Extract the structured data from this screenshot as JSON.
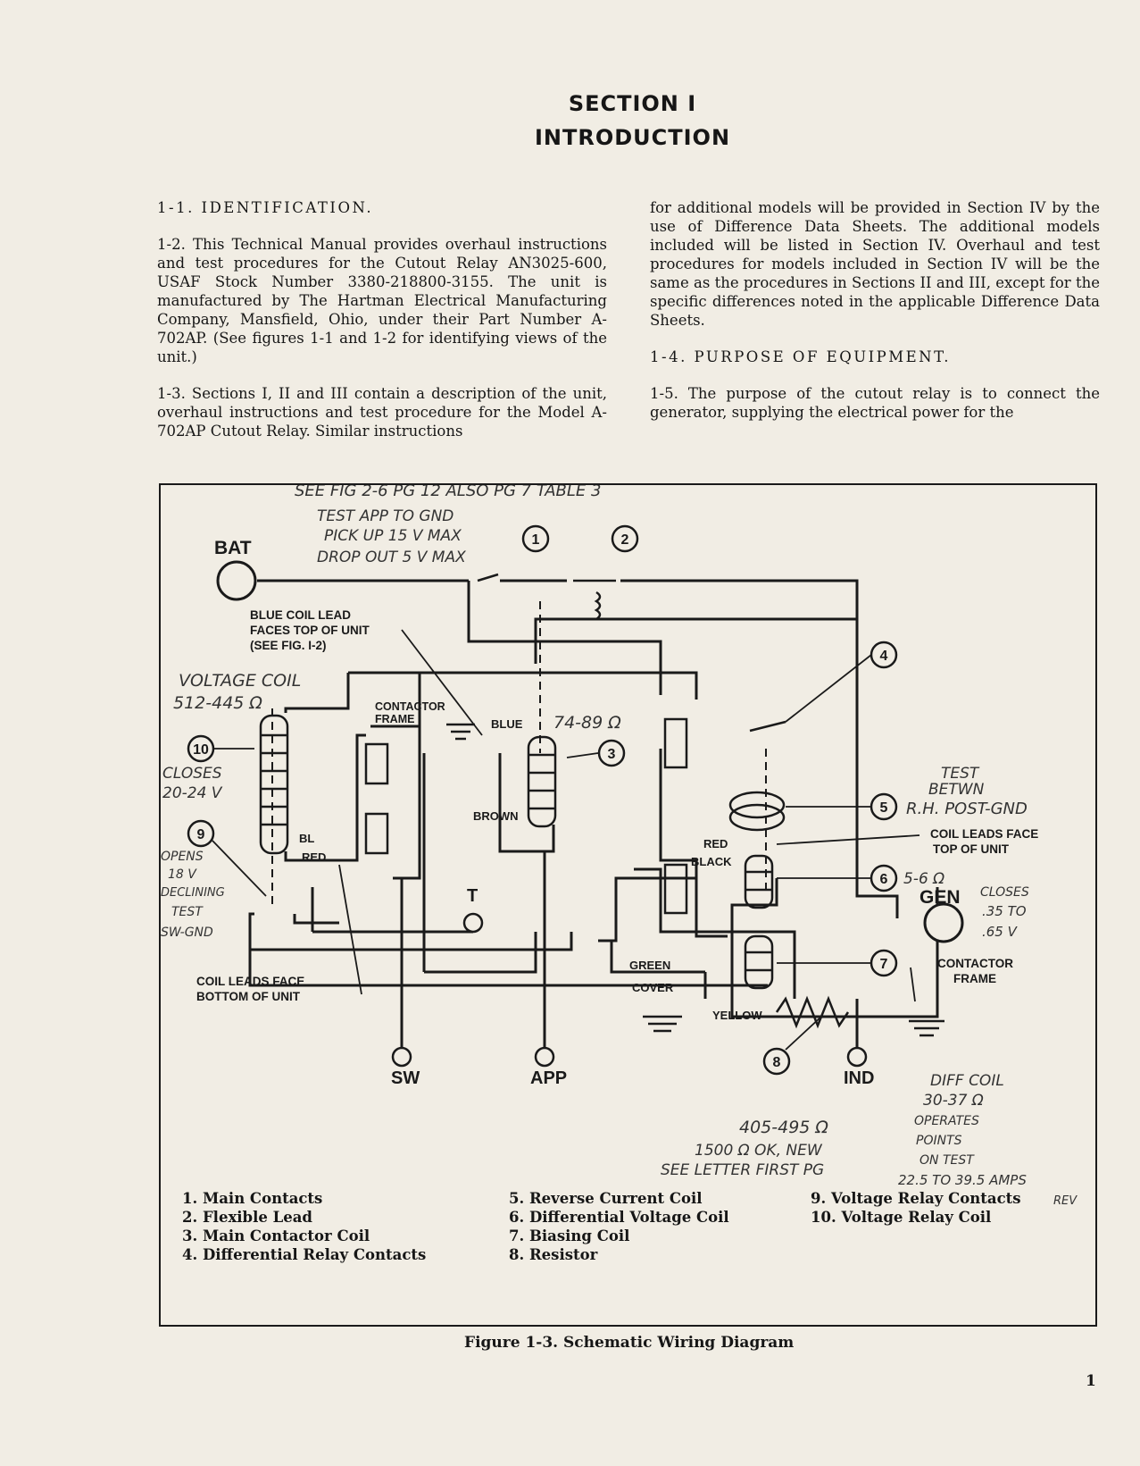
{
  "section": {
    "number": "SECTION I",
    "title": "INTRODUCTION"
  },
  "paragraphs": {
    "p1_1": "1-1.  IDENTIFICATION.",
    "p1_2": "1-2.  This Technical Manual provides overhaul instructions and test procedures for the Cutout Relay AN3025-600, USAF Stock Number 3380-218800-3155. The unit is manufactured by The Hartman Electrical Manufacturing Company, Mansfield, Ohio, under their Part Number A-702AP. (See figures 1-1 and 1-2 for identifying views of the unit.)",
    "p1_3": "1-3.  Sections I, II and III contain a description of the unit, overhaul instructions and test procedure for the Model A-702AP Cutout Relay.  Similar instructions",
    "p1_3_cont": "for additional models will be provided in Section IV by the use of Difference Data Sheets.  The additional models included will be listed in Section IV.  Overhaul and test procedures for models included in Section IV will be the same as the procedures in Sections II and III, except for the specific differences noted in the applicable Difference Data Sheets.",
    "p1_4": "1-4.  PURPOSE OF EQUIPMENT.",
    "p1_5": "1-5.  The purpose of the cutout relay is to connect the generator, supplying the electrical power for the"
  },
  "diagram": {
    "terminals": {
      "bat": "BAT",
      "gen": "GEN",
      "sw": "SW",
      "app": "APP",
      "ind": "IND",
      "t": "T"
    },
    "callouts": [
      "1",
      "2",
      "3",
      "4",
      "5",
      "6",
      "7",
      "8",
      "9",
      "10"
    ],
    "labels": {
      "blue_lead_1": "BLUE COIL LEAD",
      "blue_lead_2": "FACES TOP OF UNIT",
      "blue_lead_3": "(SEE FIG. I-2)",
      "contactor_1": "CONTACTOR",
      "contactor_2": "FRAME",
      "blue": "BLUE",
      "brown": "BROWN",
      "bl": "BL",
      "red": "RED",
      "red2": "RED",
      "black": "BLACK",
      "green": "GREEN",
      "cover": "COVER",
      "yellow": "YELLOW",
      "coil_top_1": "COIL LEADS FACE",
      "coil_top_2": "TOP OF UNIT",
      "coil_bottom_1": "COIL LEADS FACE",
      "coil_bottom_2": "BOTTOM OF UNIT",
      "contactor_frame_1": "CONTACTOR",
      "contactor_frame_2": "FRAME"
    },
    "handwritten": {
      "top_note": "SEE FIG 2-6   PG 12      ALSO  PG 7   TABLE 3",
      "test_1": "TEST APP TO GND",
      "test_2": "PICK UP 15 V  MAX",
      "test_3": "DROP OUT 5 V  MAX",
      "vcoil_1": "VOLTAGE COIL",
      "vcoil_2": "512-445 Ω",
      "closes_1": "CLOSES",
      "closes_2": "20-24 V",
      "coil3": "74-89 Ω",
      "opens_1": "OPENS",
      "opens_2": "18 V",
      "opens_3": "DECLINING",
      "opens_4": "TEST",
      "opens_5": "SW-GND",
      "test_btwn_1": "TEST",
      "test_btwn_2": "BETWN",
      "test_btwn_3": "R.H. POST-GND",
      "coil6": "5-6 Ω",
      "gen_closes_1": "CLOSES",
      "gen_closes_2": ".35 TO",
      "gen_closes_3": ".65 V",
      "resistor_1": "405-495 Ω",
      "resistor_2": "1500 Ω  OK, NEW",
      "resistor_3": "SEE LETTER  FIRST PG",
      "diff_1": "DIFF  COIL",
      "diff_2": "30-37 Ω",
      "diff_3": "OPERATES",
      "diff_4": "POINTS",
      "diff_5": "ON TEST",
      "diff_6": "22.5 TO 39.5 AMPS",
      "diff_7": "REV"
    }
  },
  "legend": {
    "col1": [
      "1. Main Contacts",
      "2. Flexible Lead",
      "3. Main Contactor Coil",
      "4. Differential Relay Contacts"
    ],
    "col2": [
      "5. Reverse Current Coil",
      "6. Differential Voltage Coil",
      "7. Biasing Coil",
      "8. Resistor"
    ],
    "col3": [
      "9. Voltage Relay Contacts",
      "10. Voltage Relay Coil"
    ]
  },
  "caption": "Figure 1-3. Schematic Wiring Diagram",
  "page_number": "1"
}
